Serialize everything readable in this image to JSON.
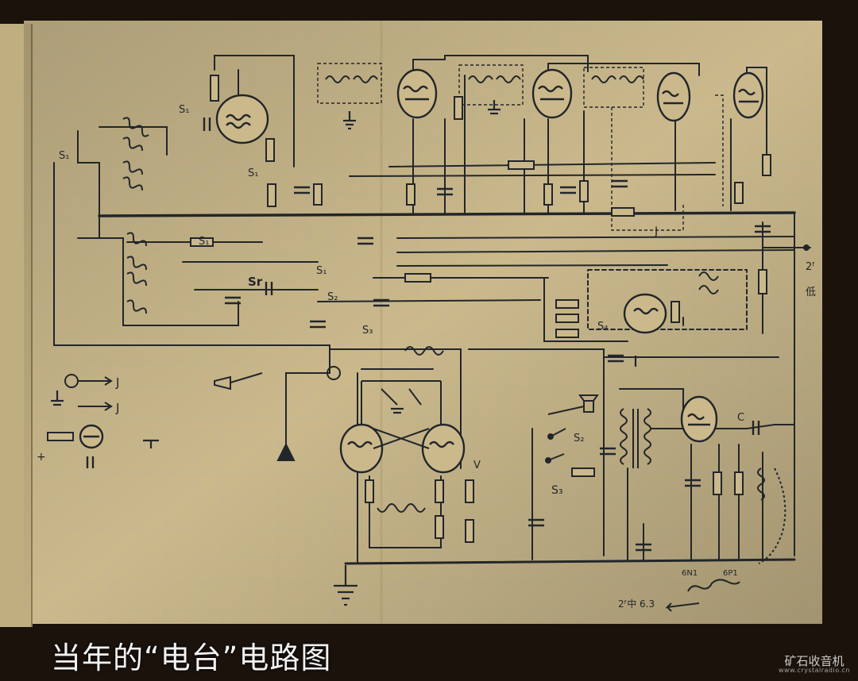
{
  "caption": "当年的“电台”电路图",
  "watermark": {
    "main": "矿石收音机",
    "sub": "www.crystalradio.cn"
  },
  "labels": {
    "s1_a": "S₁",
    "s1_b": "S₁",
    "s1_c": "S₁",
    "s1_d": "S₁",
    "sr": "Sr",
    "s2_a": "S₂",
    "s3_a": "S₃",
    "s1_e": "S₁",
    "s4": "S₄",
    "j_jack": "J",
    "j_headphone_top": "J",
    "j_headphone_bottom": "J",
    "plus": "+",
    "v_label": "V",
    "s2_b": "S₂",
    "s3_b": "S₃",
    "c_label": "C",
    "tube_6n1": "6N1",
    "tube_6p1": "6P1",
    "filament_note": "2ᶠ中 6.3",
    "output_note_line1": "2ᶠ",
    "output_note_line2": "低"
  },
  "colors": {
    "paper": "#cbb98c",
    "ink": "#22262a",
    "grid": "#a8b4ae",
    "background": "#1b120c",
    "caption": "#f2f2f2"
  }
}
